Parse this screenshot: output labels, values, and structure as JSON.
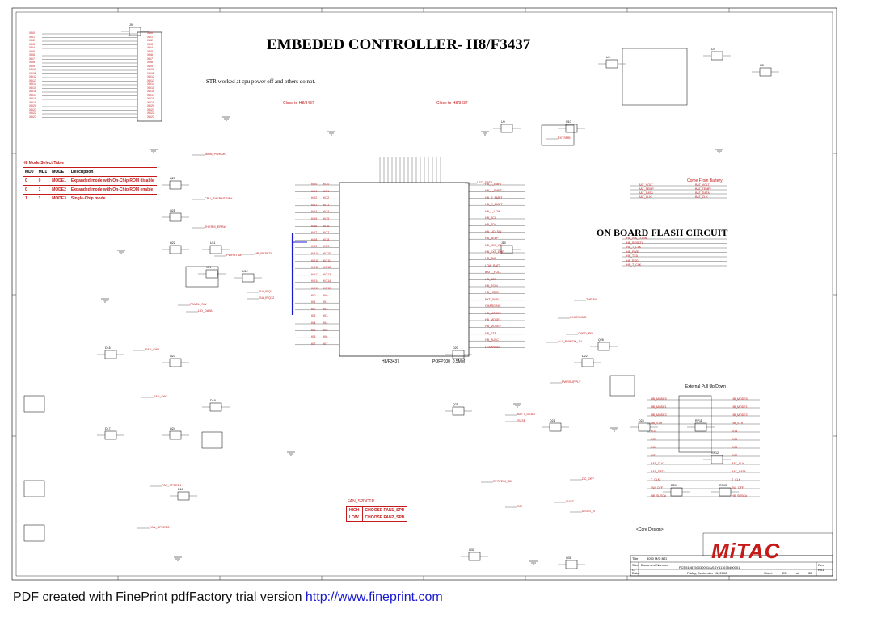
{
  "sheet": {
    "title": "EMBEDED CONTROLLER- H8/F3437",
    "note": "STR worked at cpu power off and others do not.",
    "flash_title": "ON BOARD FLASH CIRCUIT",
    "ec_part": "H8/F3437",
    "ec_package": "PQFP100_0.5MM",
    "labels": {
      "close_left": "Close to H8/3437",
      "close_right": "Close to H8/3437",
      "come_battery": "Come From Battery",
      "ext_pullup": "External Pull Up/Down",
      "core_design": "<Core Design>",
      "fan_title": "FAN_SPDCTR"
    },
    "nets_left": [
      "XD0",
      "XD1",
      "XD2",
      "XD3",
      "XD4",
      "XD5",
      "XD6",
      "XD7",
      "XD8",
      "XD9",
      "XD10",
      "XD11",
      "XD12",
      "XD13",
      "XD14",
      "XD15",
      "XD16",
      "XD17",
      "XD18",
      "XD19",
      "XD20",
      "XD21",
      "XD22",
      "XD23"
    ],
    "nets_ec_left": [
      "KO0",
      "KO1",
      "KO2",
      "KO3",
      "KO4",
      "KO5",
      "KO6",
      "KO7",
      "KO8",
      "KO9",
      "KO10",
      "KO11",
      "KO12",
      "KO13",
      "KO14",
      "KO15",
      "KI0",
      "KI1",
      "KI2",
      "KI3",
      "KI4",
      "KI5",
      "KI6",
      "KI7"
    ],
    "nets_ec_right": [
      "HB_L_EMPT",
      "HB_L_EMPT",
      "HB_R_EMPT",
      "HB_R_EMPT",
      "HB_L_LOW",
      "HB_SCL",
      "HB_SDA",
      "HB_LID_SW",
      "HB_BEEP",
      "HB_KBC_EN",
      "HB_EXT_EMP",
      "HB_SMI",
      "LOW_BATT",
      "BATT_FULL",
      "HB_A20",
      "HB_RCIN",
      "HB_HOLD",
      "EXT_SMB",
      "CHARGING",
      "HB_MODE0",
      "HB_MODE1",
      "HB_MODE2",
      "HB_STR",
      "HB_SUSC",
      "LEARNING"
    ],
    "mode_table": {
      "headers": [
        "MD0",
        "MD1",
        "MODE",
        "Description"
      ],
      "title": "H8 Mode Select Table",
      "rows": [
        [
          "0",
          "0",
          "MODE1",
          "Expanded mode with On-Chip ROM disable"
        ],
        [
          "0",
          "1",
          "MODE2",
          "Expanded mode with On-Chip ROM enable"
        ],
        [
          "1",
          "1",
          "MODE3",
          "Single-Chip mode"
        ]
      ]
    },
    "fan_table": {
      "rows": [
        [
          "HIGH",
          "CHOOSE FAN1_SPD"
        ],
        [
          "LOW",
          "CHOOSE FAN2_SPD"
        ]
      ]
    },
    "flash_nets": [
      "HB_ISA_CONN",
      "HB_RESET#",
      "HB_T_CLK",
      "HB_FWE",
      "HB_TXD",
      "HB_RXD",
      "HB_T_CLK"
    ],
    "battery_nets": [
      "BAT_VOLT",
      "BAT_TEMP",
      "BAT_DATA",
      "BAT_CLK"
    ],
    "pullup_nets": [
      "HB_MODE0",
      "HB_MODE1",
      "HB_MODE2",
      "HB_STR",
      "KO4",
      "KO5",
      "KO6",
      "KO7",
      "BAT_CLK",
      "BAT_DATA",
      "T_CLK",
      "SW_OFF",
      "HB_SUSC#"
    ],
    "misc_nets": [
      "MAIN_PWROK",
      "CPU_THERMTRIP#",
      "THERM_ERR#",
      "FAN_ON1",
      "FAN_ON2",
      "FAN_SPEED1",
      "FAN_SPEED2",
      "ISA_IRQ1",
      "ISA_IRQ12",
      "PANEL_SW",
      "LID_DATA",
      "LEO_DATA",
      "EXTSMB",
      "THERM",
      "CHARGING",
      "ALL_PWROK_3V",
      "CARD_PM",
      "BATT_DEAD",
      "SUSB",
      "SUSC",
      "SCI",
      "SYSTEM_SD",
      "PWRBTN#",
      "HB_RESET#",
      "PWRSUPPLY",
      "DC_OFF",
      "MSCS_N"
    ],
    "components": [
      "U6",
      "U7",
      "U8",
      "U9",
      "U10",
      "U11",
      "U12",
      "Q20",
      "Q21",
      "Q22",
      "Q23",
      "Q24",
      "Q25",
      "Q26",
      "Q30",
      "Q31",
      "J9",
      "J10",
      "JP1",
      "D16",
      "D17",
      "D18",
      "D19",
      "D20",
      "D21",
      "D22",
      "D23",
      "D24",
      "RP11",
      "RP12",
      "RP13"
    ],
    "title_block": {
      "company": "MiTAC",
      "title_label": "Title",
      "title": "8050 M/D B/D",
      "size_label": "Size",
      "size": "C",
      "doc_label": "Document Number",
      "doc": "PCB5108750030001/ASSY411675400001",
      "rev_label": "Rev",
      "rev": "R01",
      "date_label": "Date:",
      "date": "Friday, September 15, 2000",
      "sheet_label": "Sheet",
      "sheet_no": "23",
      "of_label": "of",
      "sheet_total": "32"
    },
    "footer": {
      "text": "PDF created with FinePrint pdfFactory trial version ",
      "url": "http://www.fineprint.com"
    }
  }
}
